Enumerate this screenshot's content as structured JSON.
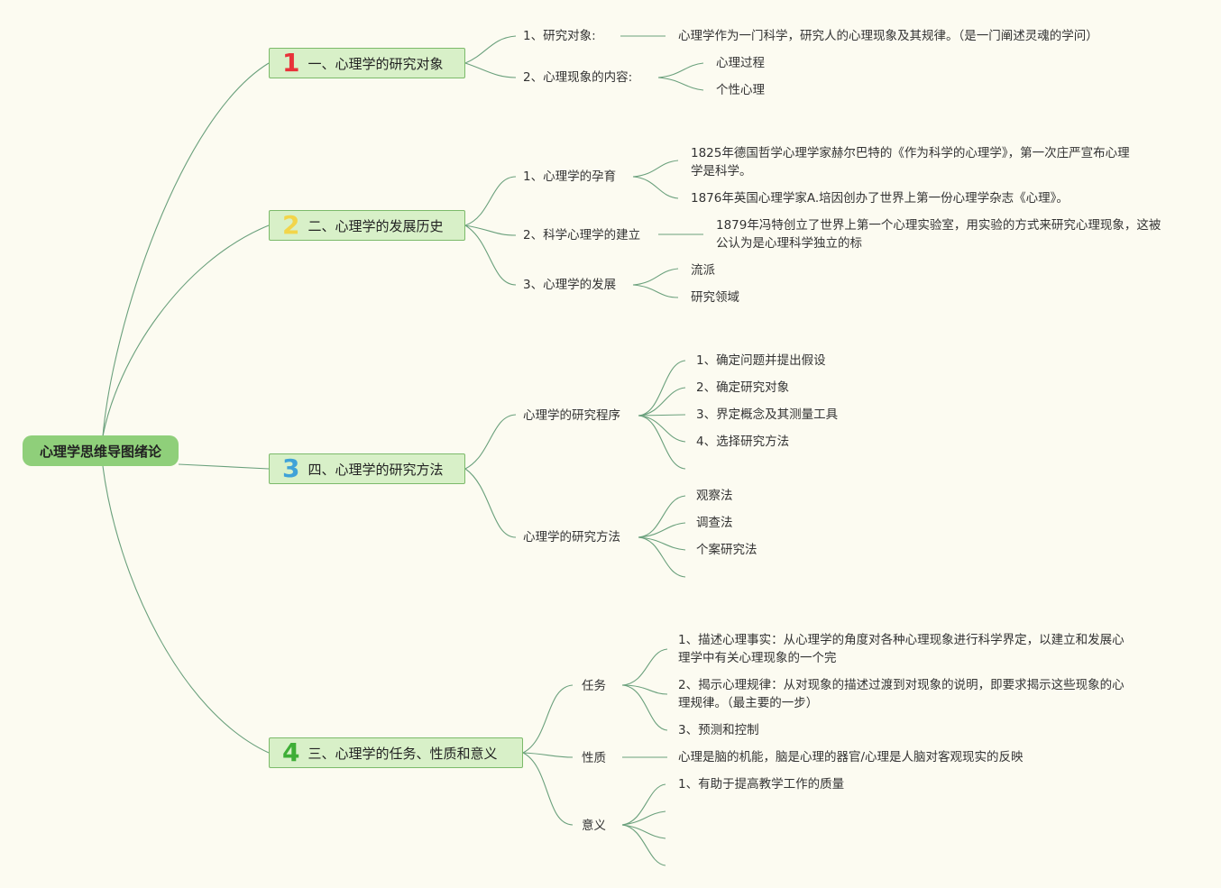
{
  "root": {
    "label": "心理学思维导图绪论"
  },
  "colors": {
    "root_bg": "#8fcf7a",
    "branch_bg": "#d8f0c8",
    "line": "#6aa07c",
    "num1": "#e8333a",
    "num2": "#f2d54a",
    "num3": "#3fa2d8",
    "num4": "#3eae36",
    "background": "#fcfbf1"
  },
  "b1": {
    "num": "1",
    "label": "一、心理学的研究对象",
    "c1": {
      "label": "1、研究对象:",
      "leaf": "心理学作为一门科学，研究人的心理现象及其规律。（是一门阐述灵魂的学问）"
    },
    "c2": {
      "label": "2、心理现象的内容:",
      "leaves": [
        "心理过程",
        "个性心理"
      ]
    }
  },
  "b2": {
    "num": "2",
    "label": "二、心理学的发展历史",
    "c1": {
      "label": "1、心理学的孕育",
      "leaves": [
        "1825年德国哲学心理学家赫尔巴特的《作为科学的心理学》，第一次庄严宣布心理学是科学。",
        "1876年英国心理学家A.培因创办了世界上第一份心理学杂志《心理》。"
      ]
    },
    "c2": {
      "label": "2、科学心理学的建立",
      "leaf": "1879年冯特创立了世界上第一个心理实验室，用实验的方式来研究心理现象，这被公认为是心理科学独立的标"
    },
    "c3": {
      "label": "3、心理学的发展",
      "leaves": [
        "流派",
        "研究领域"
      ]
    }
  },
  "b3": {
    "num": "3",
    "label": "四、心理学的研究方法",
    "c1": {
      "label": "心理学的研究程序",
      "leaves": [
        "1、确定问题并提出假设",
        "2、确定研究对象",
        "3、界定概念及其测量工具",
        "4、选择研究方法"
      ]
    },
    "c2": {
      "label": "心理学的研究方法",
      "leaves": [
        "观察法",
        "调查法",
        "个案研究法"
      ]
    }
  },
  "b4": {
    "num": "4",
    "label": "三、心理学的任务、性质和意义",
    "c1": {
      "label": "任务",
      "leaves": [
        "1、描述心理事实：从心理学的角度对各种心理现象进行科学界定，以建立和发展心理学中有关心理现象的一个完",
        "2、揭示心理规律：从对现象的描述过渡到对现象的说明，即要求揭示这些现象的心理规律。（最主要的一步）",
        "3、预测和控制"
      ]
    },
    "c2": {
      "label": "性质",
      "leaf": "心理是脑的机能，脑是心理的器官/心理是人脑对客观现实的反映"
    },
    "c3": {
      "label": "意义",
      "leaves": [
        "1、有助于提高教学工作的质量"
      ]
    }
  }
}
